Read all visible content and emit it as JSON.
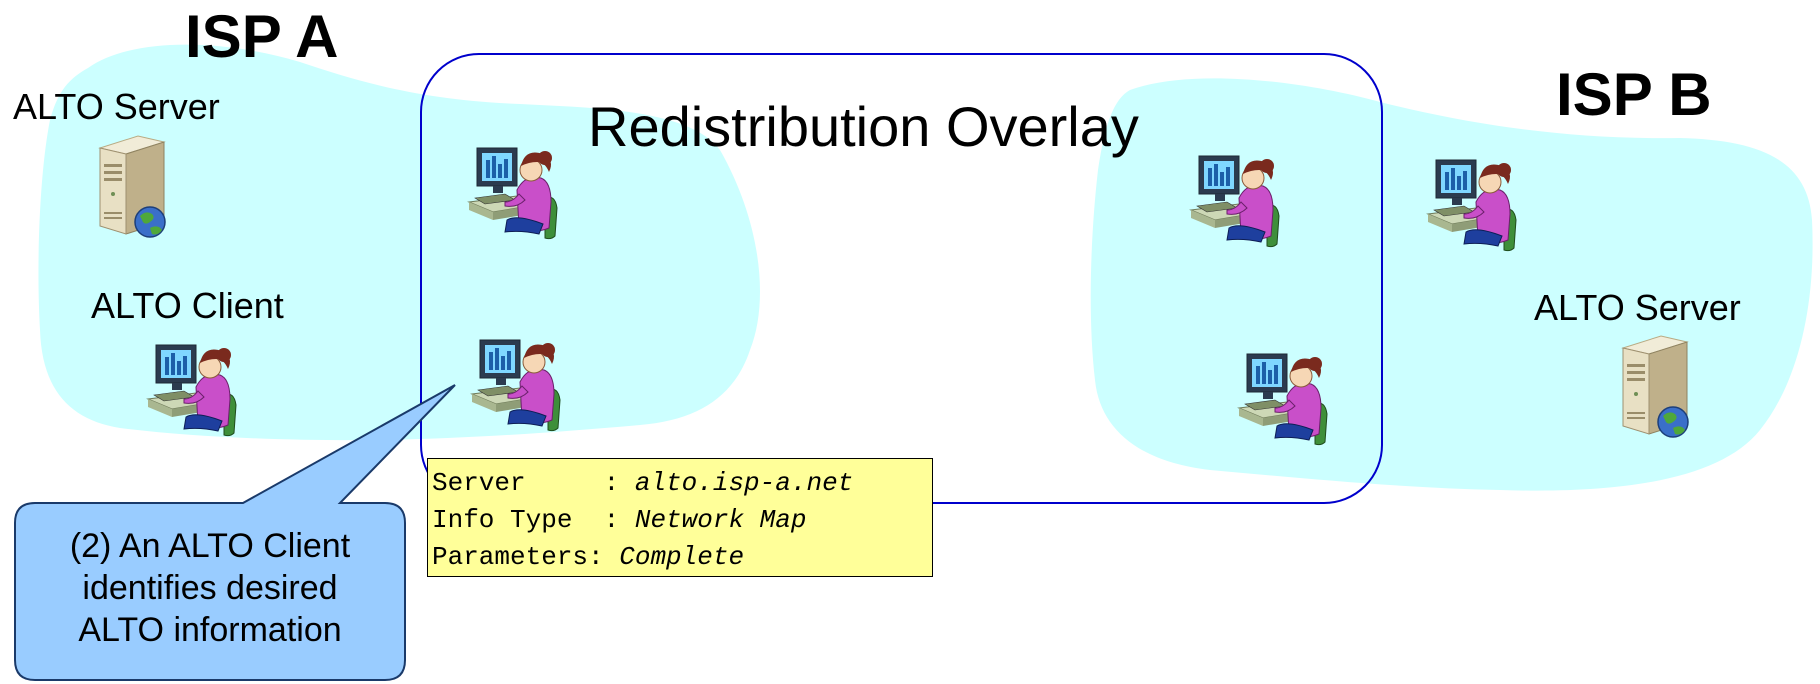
{
  "isp_a": {
    "label": "ISP A",
    "server_label": "ALTO Server",
    "client_label": "ALTO Client"
  },
  "isp_b": {
    "label": "ISP B",
    "server_label": "ALTO Server"
  },
  "overlay": {
    "title": "Redistribution Overlay"
  },
  "info_box": {
    "rows": [
      {
        "key": "Server     : ",
        "value": "alto.isp-a.net"
      },
      {
        "key": "Info Type  : ",
        "value": "Network Map"
      },
      {
        "key": "Parameters: ",
        "value": "Complete"
      }
    ]
  },
  "callout": {
    "lines": [
      "(2) An ALTO Client",
      "identifies desired",
      "ALTO information"
    ]
  },
  "colors": {
    "cloud": "#ccffff",
    "overlay_border": "#0000cc",
    "info_box_bg": "#ffff99",
    "callout_bg": "#99ccff",
    "callout_border": "#1a3a6a"
  },
  "icons": [
    "server-icon",
    "user-at-computer-icon",
    "globe-icon"
  ]
}
